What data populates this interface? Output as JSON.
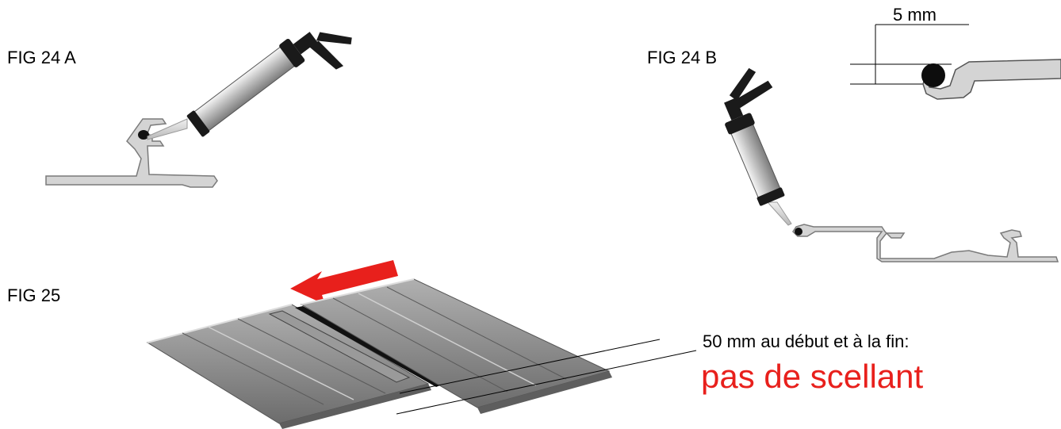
{
  "figures": {
    "fig24a": {
      "label": "FIG 24 A"
    },
    "fig24b": {
      "label": "FIG 24 B",
      "dimension": "5 mm"
    },
    "fig25": {
      "label": "FIG 25",
      "note": "50 mm au début et à la fin:",
      "warning": "pas de scellant"
    }
  },
  "colors": {
    "warning": "#e8201c",
    "arrow": "#e8201c",
    "profile_fill": "#d4d4d4",
    "profile_stroke": "#7a7a7a",
    "sealant": "#111111",
    "panel": "#8a8a8a"
  },
  "icons": [
    "caulking-gun-icon",
    "sealant-bead-icon",
    "direction-arrow-icon"
  ]
}
